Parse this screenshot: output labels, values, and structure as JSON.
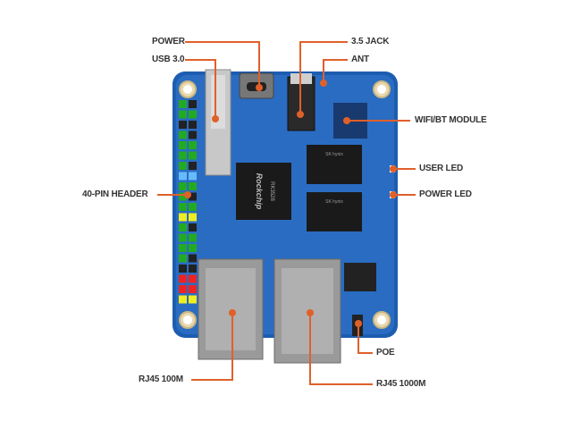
{
  "labels": {
    "power": "POWER",
    "usb3": "USB 3.0",
    "jack": "3.5 JACK",
    "ant": "ANT",
    "wifi": "WIFI/BT MODULE",
    "user_led": "USER LED",
    "power_led": "POWER LED",
    "header": "40-PIN HEADER",
    "poe": "POE",
    "rj45_100": "RJ45 100M",
    "rj45_1000": "RJ45 1000M"
  },
  "chip_text": {
    "soc": "Rockchip",
    "soc_model": "RK3528",
    "ram": "SK hynix"
  },
  "colors": {
    "board": "#1b5fb5",
    "leader": "#e0602a"
  }
}
